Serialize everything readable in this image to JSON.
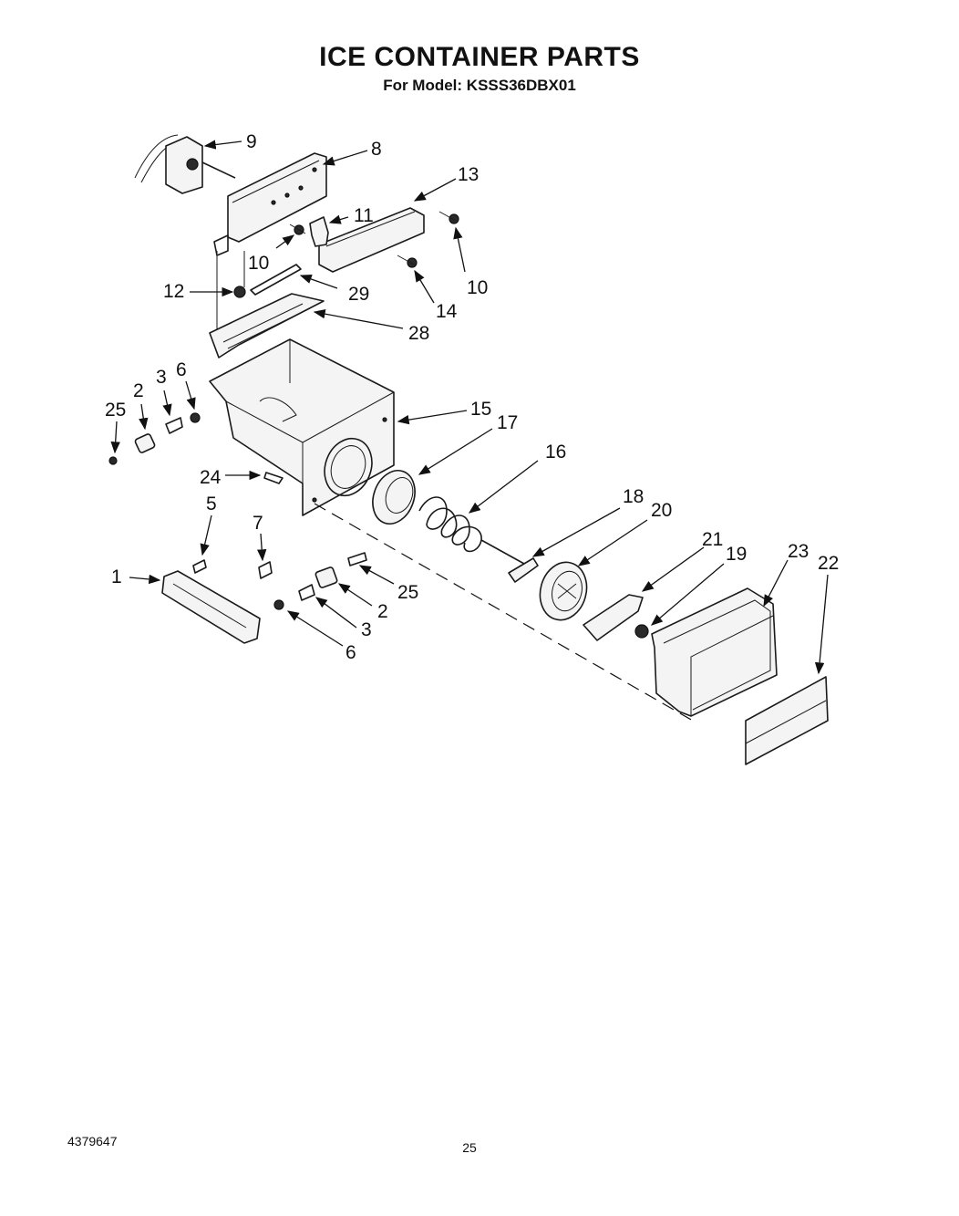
{
  "title": "ICE CONTAINER PARTS",
  "subtitle": "For Model: KSSS36DBX01",
  "footer": {
    "doc_number": "4379647",
    "page_number": "25"
  },
  "callouts": {
    "c9": "9",
    "c8": "8",
    "c13": "13",
    "c11": "11",
    "c10a": "10",
    "c10b": "10",
    "c12": "12",
    "c29": "29",
    "c14": "14",
    "c28": "28",
    "c6a": "6",
    "c3a": "3",
    "c2a": "2",
    "c25a": "25",
    "c15": "15",
    "c17": "17",
    "c16": "16",
    "c24": "24",
    "c5": "5",
    "c7": "7",
    "c1": "1",
    "c25b": "25",
    "c2b": "2",
    "c3b": "3",
    "c6b": "6",
    "c18": "18",
    "c20": "20",
    "c21": "21",
    "c19": "19",
    "c23": "23",
    "c22": "22"
  }
}
